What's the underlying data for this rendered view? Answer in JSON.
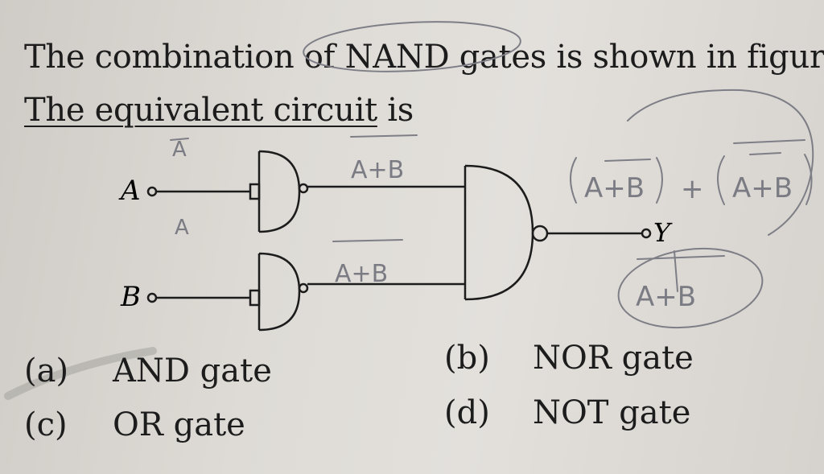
{
  "question": {
    "line1": "The combination of NAND gates is shown in figure.",
    "line2_underlined": "The equivalent circuit",
    "line2_rest": " is"
  },
  "circuit": {
    "input_a_label": "A",
    "input_b_label": "B",
    "output_label": "Y"
  },
  "handwritten": {
    "above_a": "A",
    "below_a": "A",
    "gate1_output": "A+B",
    "gate2_output": "A+B",
    "expr_left": "A+B",
    "expr_plus": "+",
    "expr_right": "A+B",
    "result": "A+B"
  },
  "options": [
    {
      "key": "(a)",
      "text": "AND gate"
    },
    {
      "key": "(b)",
      "text": "NOR gate"
    },
    {
      "key": "(c)",
      "text": "OR gate"
    },
    {
      "key": "(d)",
      "text": "NOT gate"
    }
  ]
}
